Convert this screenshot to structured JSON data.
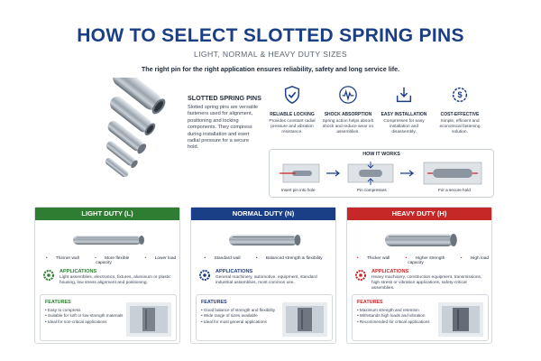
{
  "header": {
    "title": "HOW TO SELECT SLOTTED SPRING PINS",
    "subtitle": "LIGHT, NORMAL & HEAVY DUTY SIZES",
    "tagline": "The right pin for the right application ensures reliability, safety and long service life."
  },
  "intro": {
    "heading": "SLOTTED SPRING PINS",
    "text": "Slotted spring pins are versatile fasteners used for alignment, positioning and locking components. They compress during installation and exert radial pressure for a secure hold."
  },
  "features": [
    {
      "icon": "shield-check-icon",
      "heading": "RELIABLE LOCKING",
      "text": "Provides constant radial pressure and vibration resistance."
    },
    {
      "icon": "shock-absorption-icon",
      "heading": "SHOCK ABSORPTION",
      "text": "Spring action helps absorb shock and reduce wear on assemblies."
    },
    {
      "icon": "install-icon",
      "heading": "EASY INSTALLATION",
      "text": "Compresses for easy installation and disassembly."
    },
    {
      "icon": "dollar-gear-icon",
      "heading": "COST-EFFECTIVE",
      "text": "Simple, efficient and economical fastening solution."
    }
  ],
  "how_it_works": {
    "title": "HOW IT WORKS",
    "steps": [
      "Insert pin into hole",
      "Pin compresses",
      "For a secure hold"
    ]
  },
  "duties": [
    {
      "key": "light",
      "title": "LIGHT DUTY (L)",
      "color": "#2f7d32",
      "props": [
        "Thinner wall",
        "More flexible",
        "Lower load capacity"
      ],
      "apps_heading": "APPLICATIONS",
      "apps_text": "Light assemblies, electronics, fixtures, aluminum or plastic housing, low stress alignment and positioning.",
      "features_heading": "FEATURES",
      "features": [
        "Easy to compress",
        "Suitable for soft or low-strength materials",
        "Ideal for non-critical applications"
      ]
    },
    {
      "key": "normal",
      "title": "NORMAL DUTY (N)",
      "color": "#1b3f86",
      "props": [
        "Standard wall",
        "Balanced strength & flexibility"
      ],
      "apps_heading": "APPLICATIONS",
      "apps_text": "General machinery, automotive, equipment, standard industrial assemblies, most common use.",
      "features_heading": "FEATURES",
      "features": [
        "Good balance of strength and flexibility",
        "Wide range of sizes available",
        "Ideal for most general applications"
      ]
    },
    {
      "key": "heavy",
      "title": "HEAVY DUTY (H)",
      "color": "#c62828",
      "props": [
        "Thicker wall",
        "Higher strength",
        "High load capacity"
      ],
      "apps_heading": "APPLICATIONS",
      "apps_text": "Heavy machinery, construction equipment, transmissions, high stress or vibration applications, safety-critical assemblies.",
      "features_heading": "FEATURES",
      "features": [
        "Maximum strength and retention",
        "Withstands high loads and vibration",
        "Recommended for critical applications"
      ]
    }
  ]
}
